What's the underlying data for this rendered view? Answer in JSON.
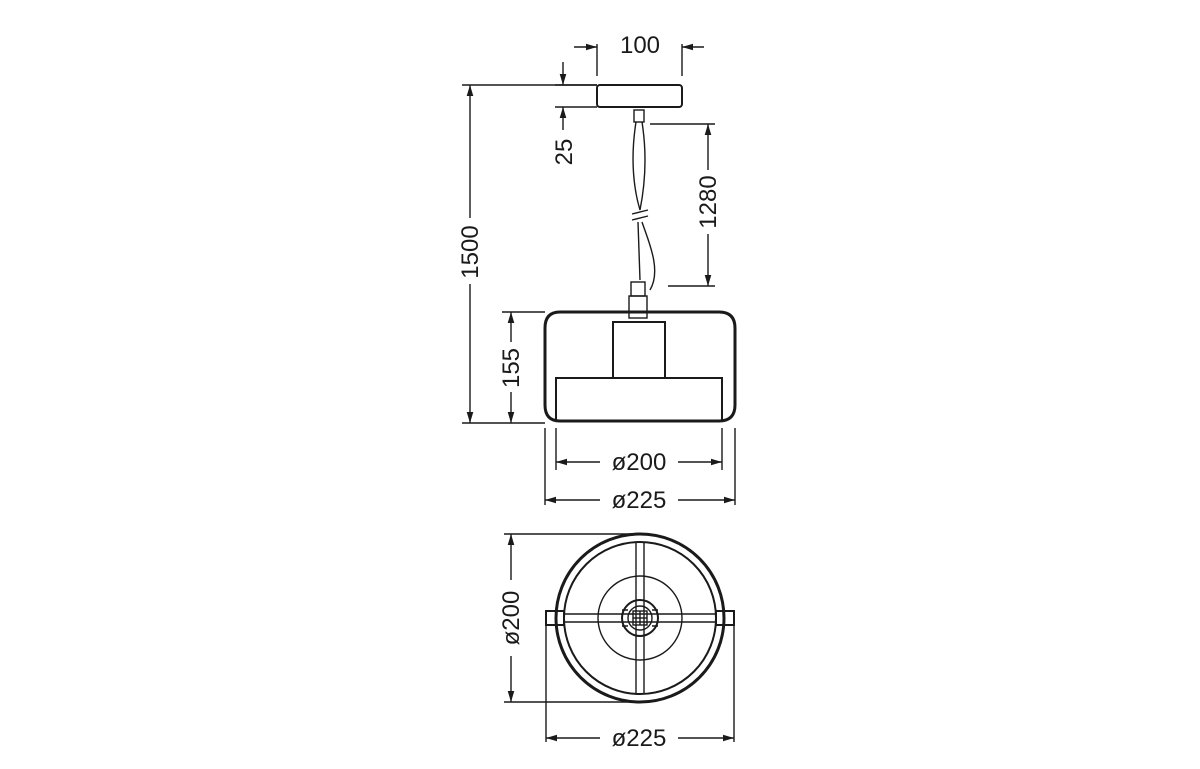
{
  "drawing": {
    "dimensions": {
      "canopy_width": "100",
      "canopy_height": "25",
      "cable_length": "1280",
      "total_height": "1500",
      "shade_height": "155",
      "inner_diameter": "ø200",
      "outer_diameter": "ø225",
      "plan_diameter": "ø200",
      "plan_outer_diameter": "ø225"
    }
  }
}
